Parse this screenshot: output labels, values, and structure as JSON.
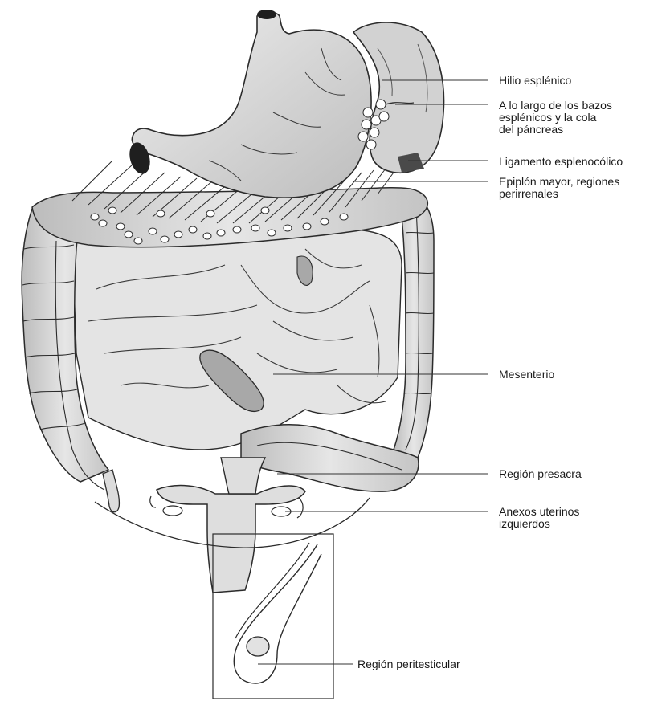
{
  "labels": {
    "hilio": "Hilio esplénico",
    "bazos": "A lo largo de los bazos\nesplénicos y la cola\ndel páncreas",
    "ligamento": "Ligamento esplenocólico",
    "epiplon": "Epiplón mayor, regiones\nperirrenales",
    "mesenterio": "Mesenterio",
    "presacra": "Región presacra",
    "anexos": "Anexos uterinos\nizquierdos",
    "peritesticular": "Región peritesticular"
  },
  "colors": {
    "organ_fill": "#d9d9d9",
    "organ_dark": "#a8a8a8",
    "outline": "#2b2b2b",
    "leader": "#333333",
    "background": "#ffffff"
  }
}
